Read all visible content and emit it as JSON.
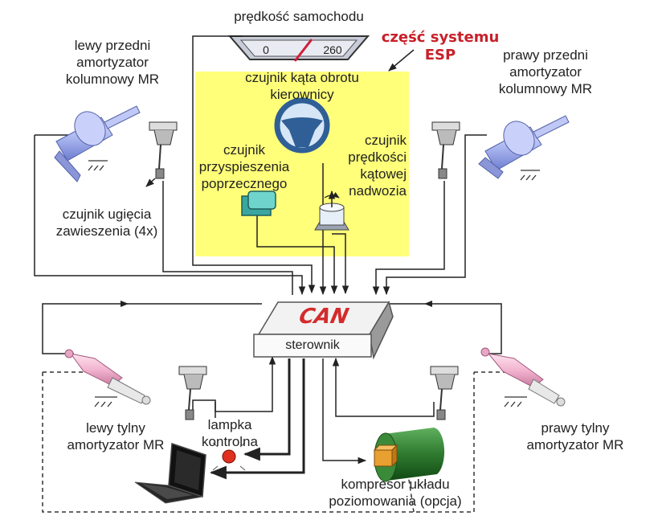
{
  "speed": {
    "title": "prędkość samochodu",
    "min": "0",
    "max": "260"
  },
  "esp_note": {
    "line1": "część systemu",
    "line2": "ESP"
  },
  "sensors": {
    "steering": {
      "line1": "czujnik kąta obrotu",
      "line2": "kierownicy"
    },
    "lateral_accel": {
      "line1": "czujnik",
      "line2": "przyspieszenia",
      "line3": "poprzecznego"
    },
    "yaw_rate": {
      "line1": "czujnik",
      "line2": "prędkości",
      "line3": "kątowej",
      "line4": "nadwozia"
    },
    "suspension": {
      "line1": "czujnik ugięcia",
      "line2": "zawieszenia (4x)"
    }
  },
  "dampers": {
    "front_left": {
      "line1": "lewy przedni",
      "line2": "amortyzator",
      "line3": "kolumnowy MR"
    },
    "front_right": {
      "line1": "prawy przedni",
      "line2": "amortyzator",
      "line3": "kolumnowy MR"
    },
    "rear_left": {
      "line1": "lewy tylny",
      "line2": "amortyzator MR"
    },
    "rear_right": {
      "line1": "prawy tylny",
      "line2": "amortyzator MR"
    }
  },
  "controller": {
    "bus": "CAN",
    "label": "sterownik"
  },
  "lamp": {
    "line1": "lampka",
    "line2": "kontrolna"
  },
  "compressor": {
    "line1": "kompresor układu",
    "line2": "poziomowania (opcja)"
  },
  "colors": {
    "esp_area": "#ffff7a",
    "can_text": "#d42b2b",
    "front_damper": "#a8b4ee",
    "rear_damper": "#f2b3cf",
    "compressor": "#2f7a2f",
    "lamp": "#e0301e",
    "esp_label": "#c8202a"
  }
}
